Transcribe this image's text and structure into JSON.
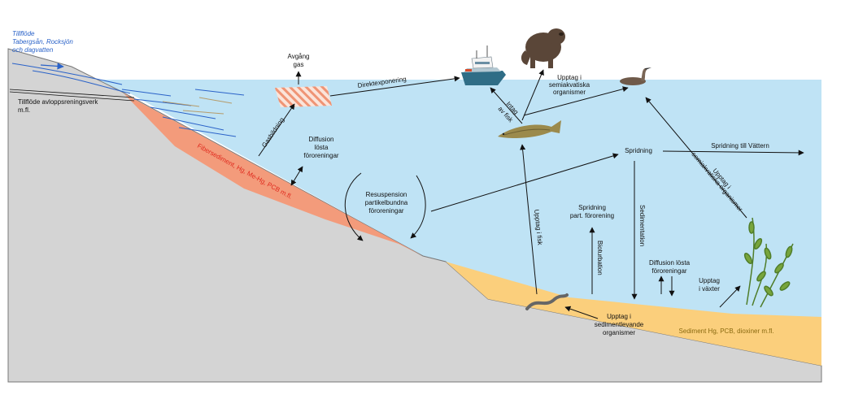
{
  "labels": {
    "inflow_streams": [
      "Tillflöde",
      "Tabergsån, Rocksjön",
      "och dagvatten"
    ],
    "inflow_treatment": [
      "Tillflöde avloppsreningsverk",
      "m.fl."
    ],
    "outgassing": [
      "Avgång",
      "gas"
    ],
    "direct_exposure": "Direktexponering",
    "uptake_semiaquatic_top": [
      "Upptag i",
      "semiakvatiska",
      "organismer"
    ],
    "intake_fish": [
      "Intag",
      "av fisk"
    ],
    "gas_formation": "Gasbildning",
    "diffusion_dissolved_top": [
      "Diffusion",
      "lösta",
      "föroreningar"
    ],
    "fiber_sediment": "Fibersediment, Hg, Me-Hg, PCB m.fl.",
    "resuspension": [
      "Resuspension",
      "partikelbundna",
      "föroreningar"
    ],
    "spread": "Spridning",
    "spread_vattern": "Spridning till Vättern",
    "uptake_semiaquatic_diag": [
      "Upptag i",
      "semiakvatiska organismer"
    ],
    "uptake_fish": "Upptag i fisk",
    "spread_particle": [
      "Spridning",
      "part. förorening"
    ],
    "sedimentation": "Sedimentation",
    "bioturbation": "Bioturbation",
    "diffusion_dissolved_bottom": [
      "Diffusion lösta",
      "föroreningar"
    ],
    "uptake_plants": [
      "Upptag",
      "i växter"
    ],
    "uptake_sediment_organisms": [
      "Upptag i",
      "sedimentlevande",
      "organismer"
    ],
    "sediment_content": "Sediment Hg, PCB, dioxiner m.fl."
  },
  "colors": {
    "water": "#bfe3f5",
    "land": "#d4d4d4",
    "fiber_sediment": "#f39b7b",
    "natural_sediment": "#fbcf7c",
    "inflow_text": "#2a62c8",
    "fiber_text": "#e0281c",
    "sediment_text": "#8a6a10"
  },
  "icons": [
    "boat-icon",
    "otter-icon",
    "bird-icon",
    "fish-icon",
    "eel-icon",
    "aquatic-plant-icon",
    "gas-hatch-icon"
  ]
}
